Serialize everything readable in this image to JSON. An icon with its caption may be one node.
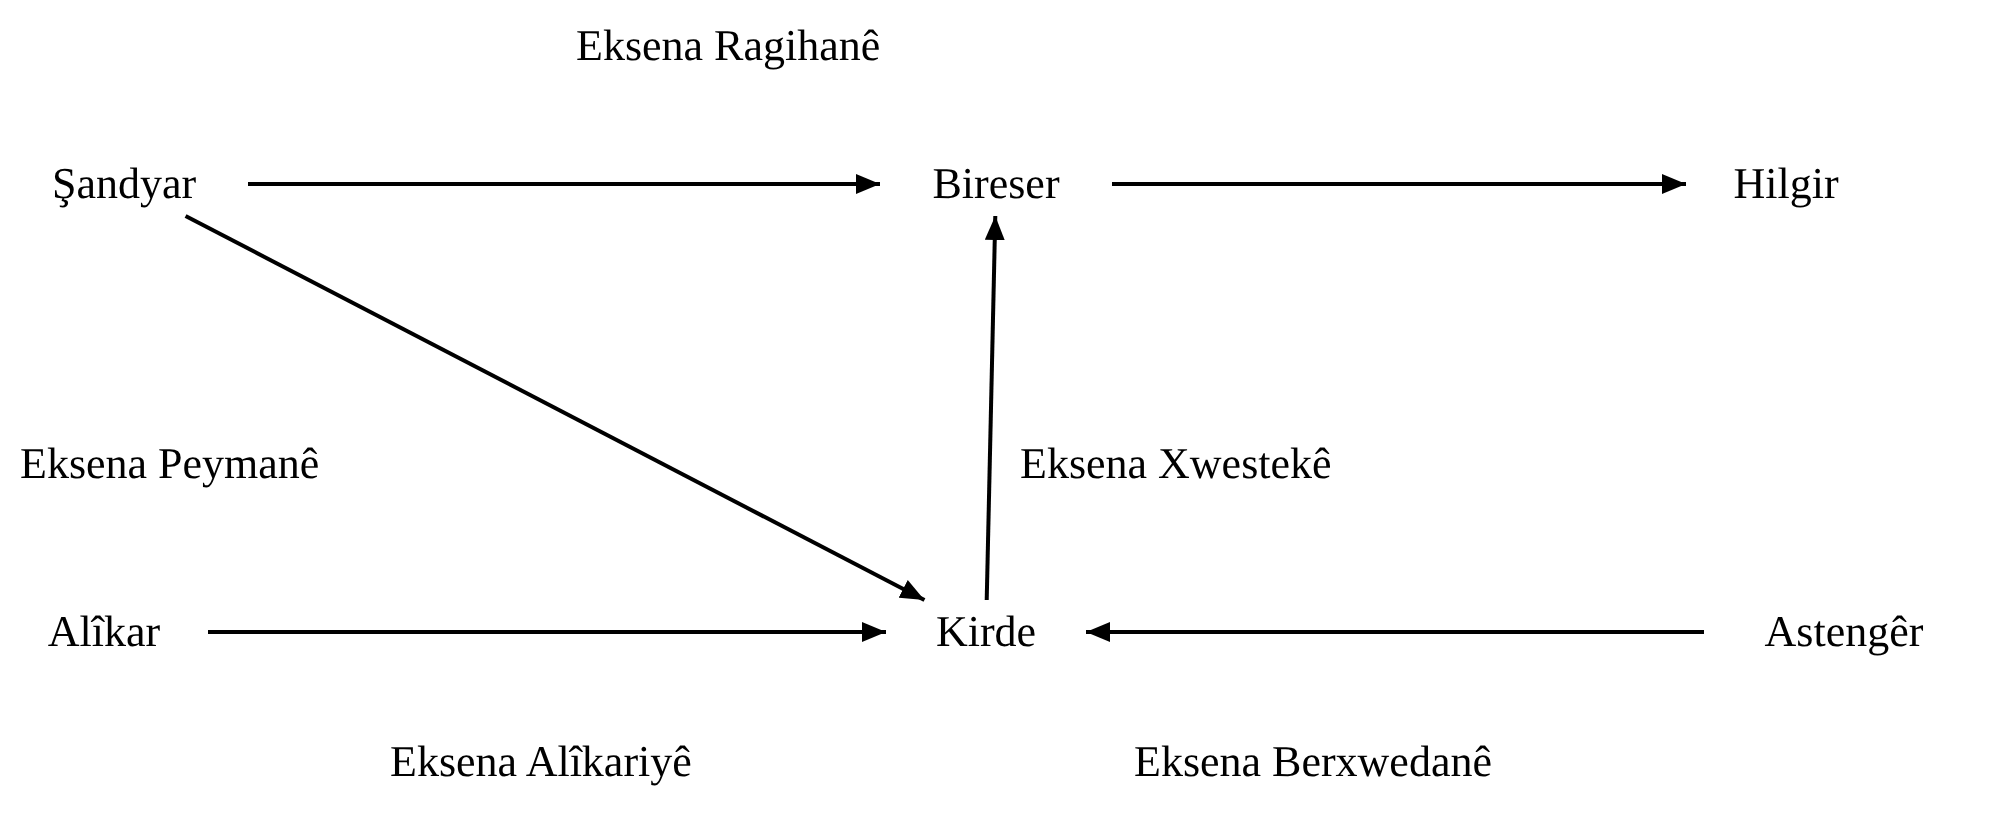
{
  "diagram": {
    "nodes": [
      {
        "text": [
          "Şandyar"
        ]
      },
      {
        "text": [
          "Bireser"
        ]
      },
      {
        "text": [
          "Hilgir"
        ]
      },
      {
        "text": [
          "Alîkar"
        ]
      },
      {
        "text": [
          "Kirde"
        ]
      },
      {
        "text": [
          "Astengêr"
        ]
      }
    ],
    "edges": [
      {
        "from": 0,
        "to": 1,
        "arrow": "to"
      },
      {
        "from": 1,
        "to": 2,
        "arrow": "to"
      },
      {
        "from": 0,
        "to": 4,
        "arrow": "to"
      },
      {
        "from": 4,
        "to": 1,
        "arrow": "to"
      },
      {
        "from": 3,
        "to": 4,
        "arrow": "to"
      },
      {
        "from": 5,
        "to": 4,
        "arrow": "to"
      }
    ],
    "labels": [
      "Eksena Ragihanê",
      "Eksena Peymanê",
      "Eksena Xwestekê",
      "Eksena Alîkariyê",
      "Eksena Berxwedanê"
    ]
  }
}
